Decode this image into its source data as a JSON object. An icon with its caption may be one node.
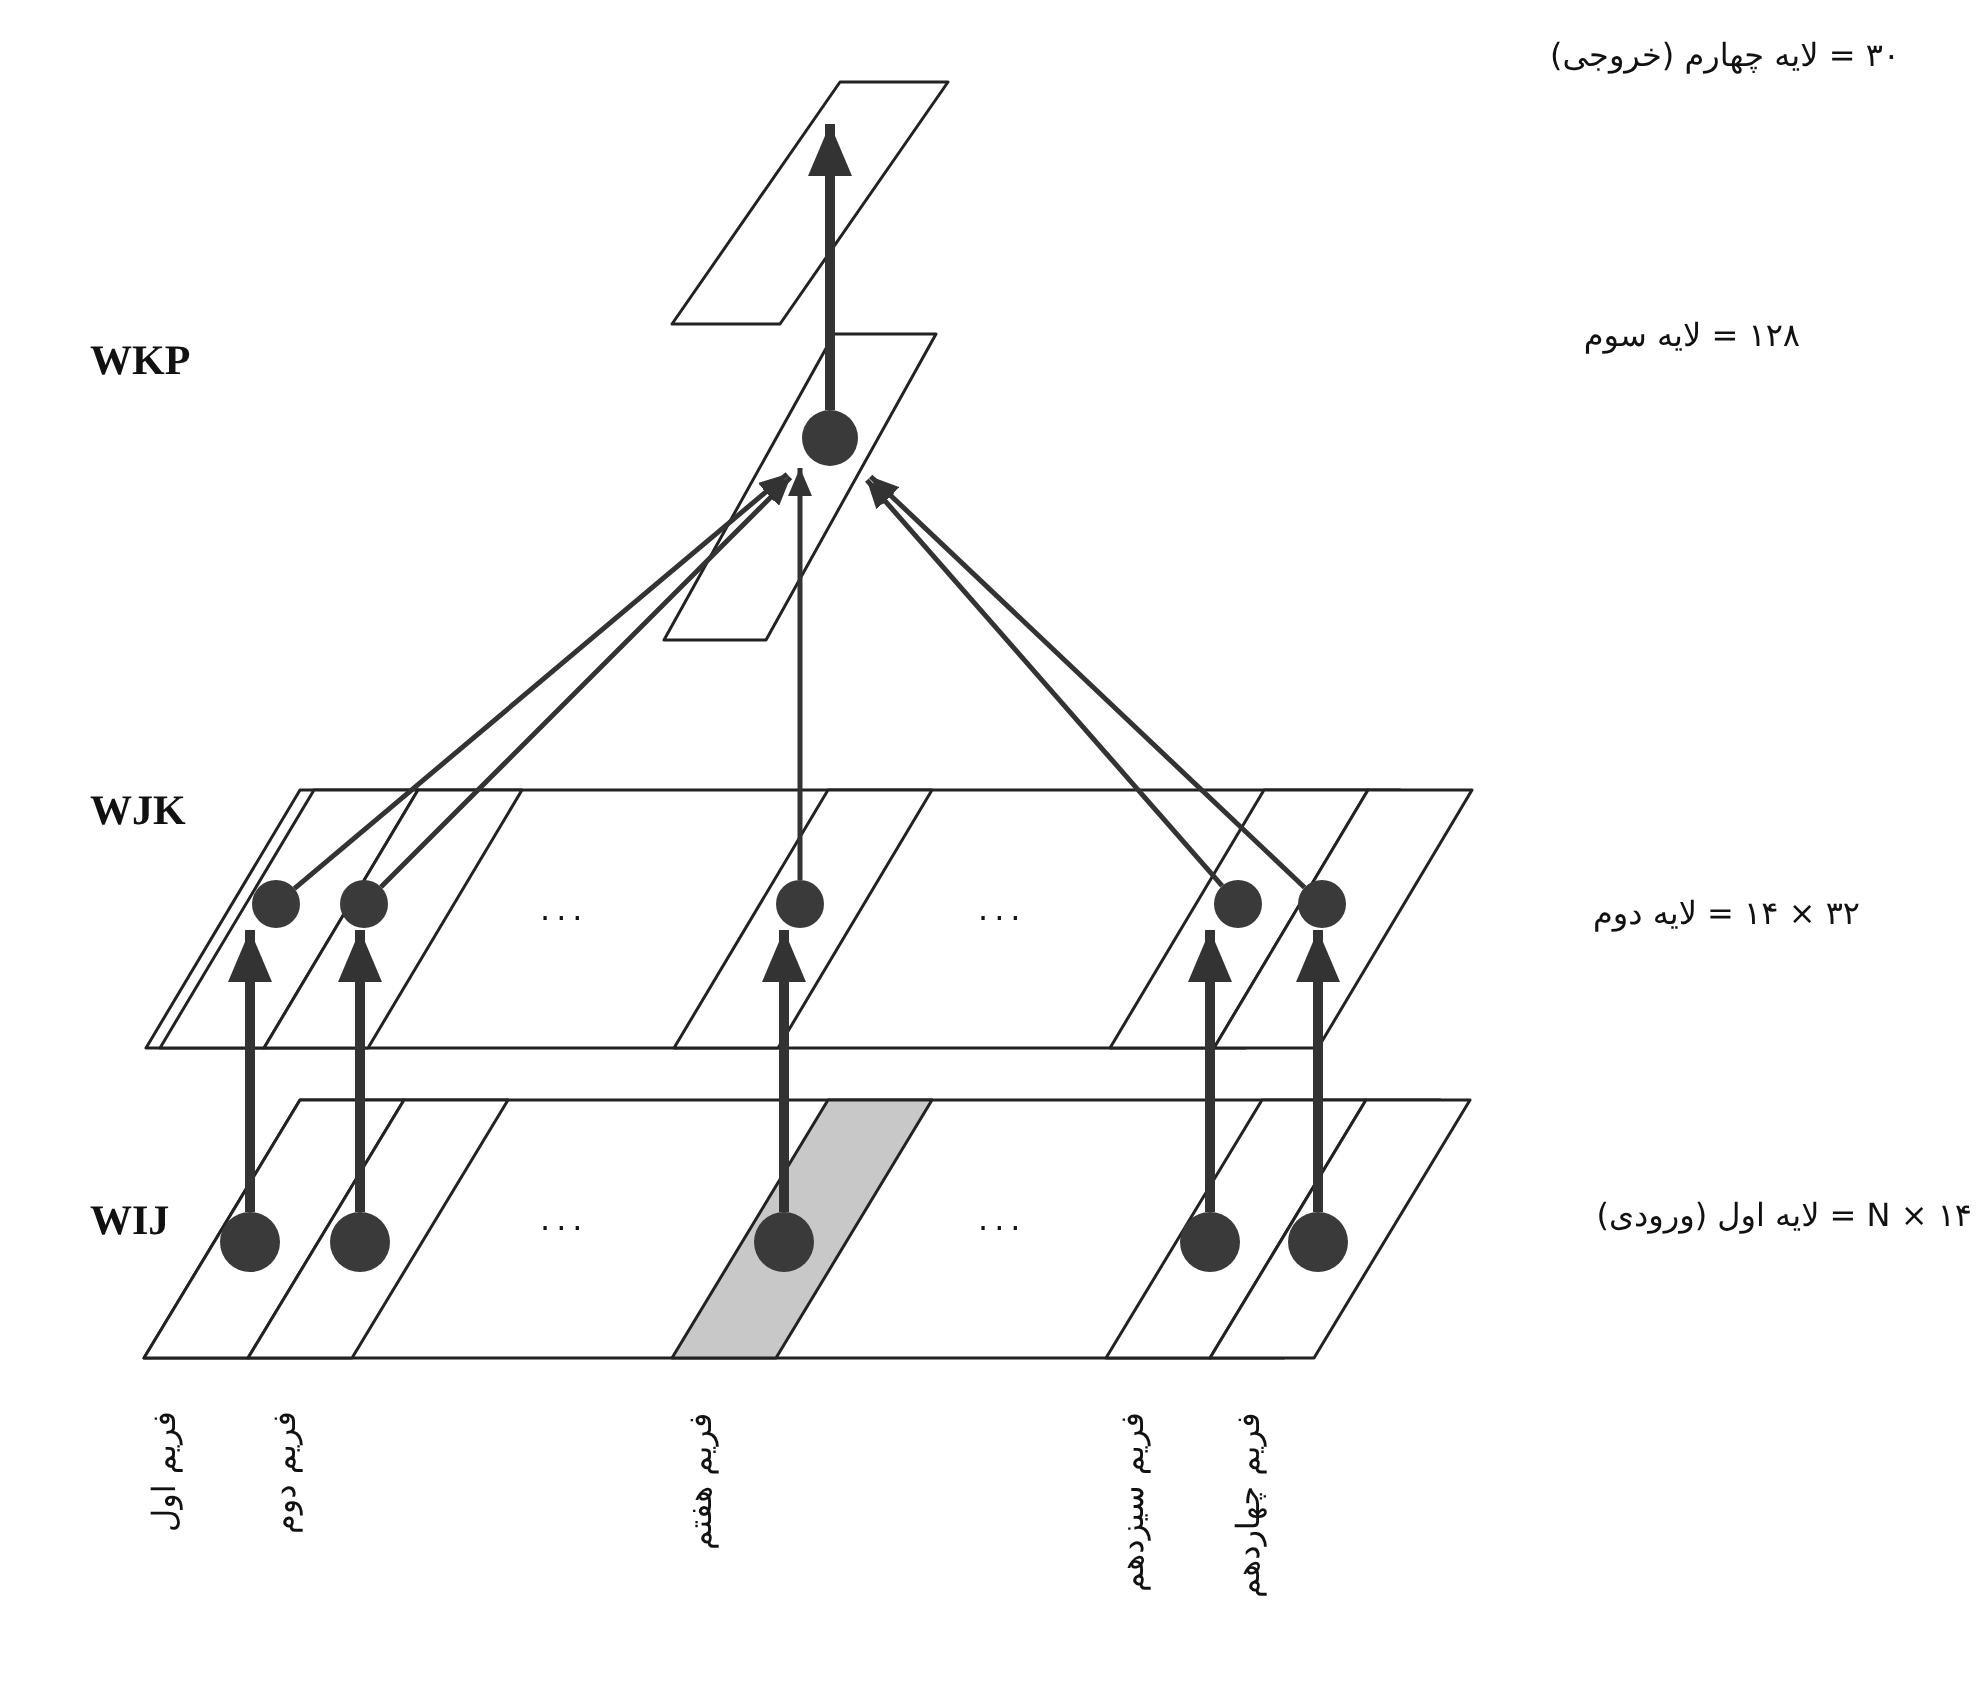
{
  "diagram": {
    "nodes": [
      {
        "text": [],
        "shape": "box"
      },
      {
        "text": [],
        "shape": "circle"
      },
      {
        "text": [],
        "shape": "circle"
      },
      {
        "text": [],
        "shape": "circle"
      },
      {
        "text": [],
        "shape": "circle"
      },
      {
        "text": [],
        "shape": "circle"
      },
      {
        "text": [],
        "shape": "circle"
      },
      {
        "text": [],
        "shape": "circle"
      },
      {
        "text": [],
        "shape": "circle"
      },
      {
        "text": [],
        "shape": "circle"
      },
      {
        "text": [],
        "shape": "circle"
      },
      {
        "text": [],
        "shape": "circle"
      }
    ],
    "edges": [
      {
        "from": 1,
        "to": 0,
        "arrow": "to"
      },
      {
        "from": 2,
        "to": 1,
        "arrow": "to"
      },
      {
        "from": 3,
        "to": 1,
        "arrow": "to"
      },
      {
        "from": 4,
        "to": 1,
        "arrow": "to"
      },
      {
        "from": 5,
        "to": 1,
        "arrow": "to"
      },
      {
        "from": 6,
        "to": 1,
        "arrow": "to"
      },
      {
        "from": 7,
        "to": 2,
        "arrow": "to"
      },
      {
        "from": 8,
        "to": 3,
        "arrow": "to"
      },
      {
        "from": 9,
        "to": 4,
        "arrow": "to"
      },
      {
        "from": 10,
        "to": 5,
        "arrow": "to"
      },
      {
        "from": 11,
        "to": 6,
        "arrow": "to"
      }
    ],
    "labels": [
      "۳۰ = لایه چهارم (خروجی)",
      "۱۲۸ = لایه سوم",
      "WKP",
      "WJK",
      "...",
      "...",
      "۳۲ × ۱۴ = لایه دوم",
      "WIJ",
      "...",
      "...",
      "N × ۱۴ = لایه اول (ورودی)",
      "فریم اول",
      "فریم دوم",
      "فریم هفتم",
      "فریم سیزدهم",
      "فریم چهاردهم"
    ]
  }
}
